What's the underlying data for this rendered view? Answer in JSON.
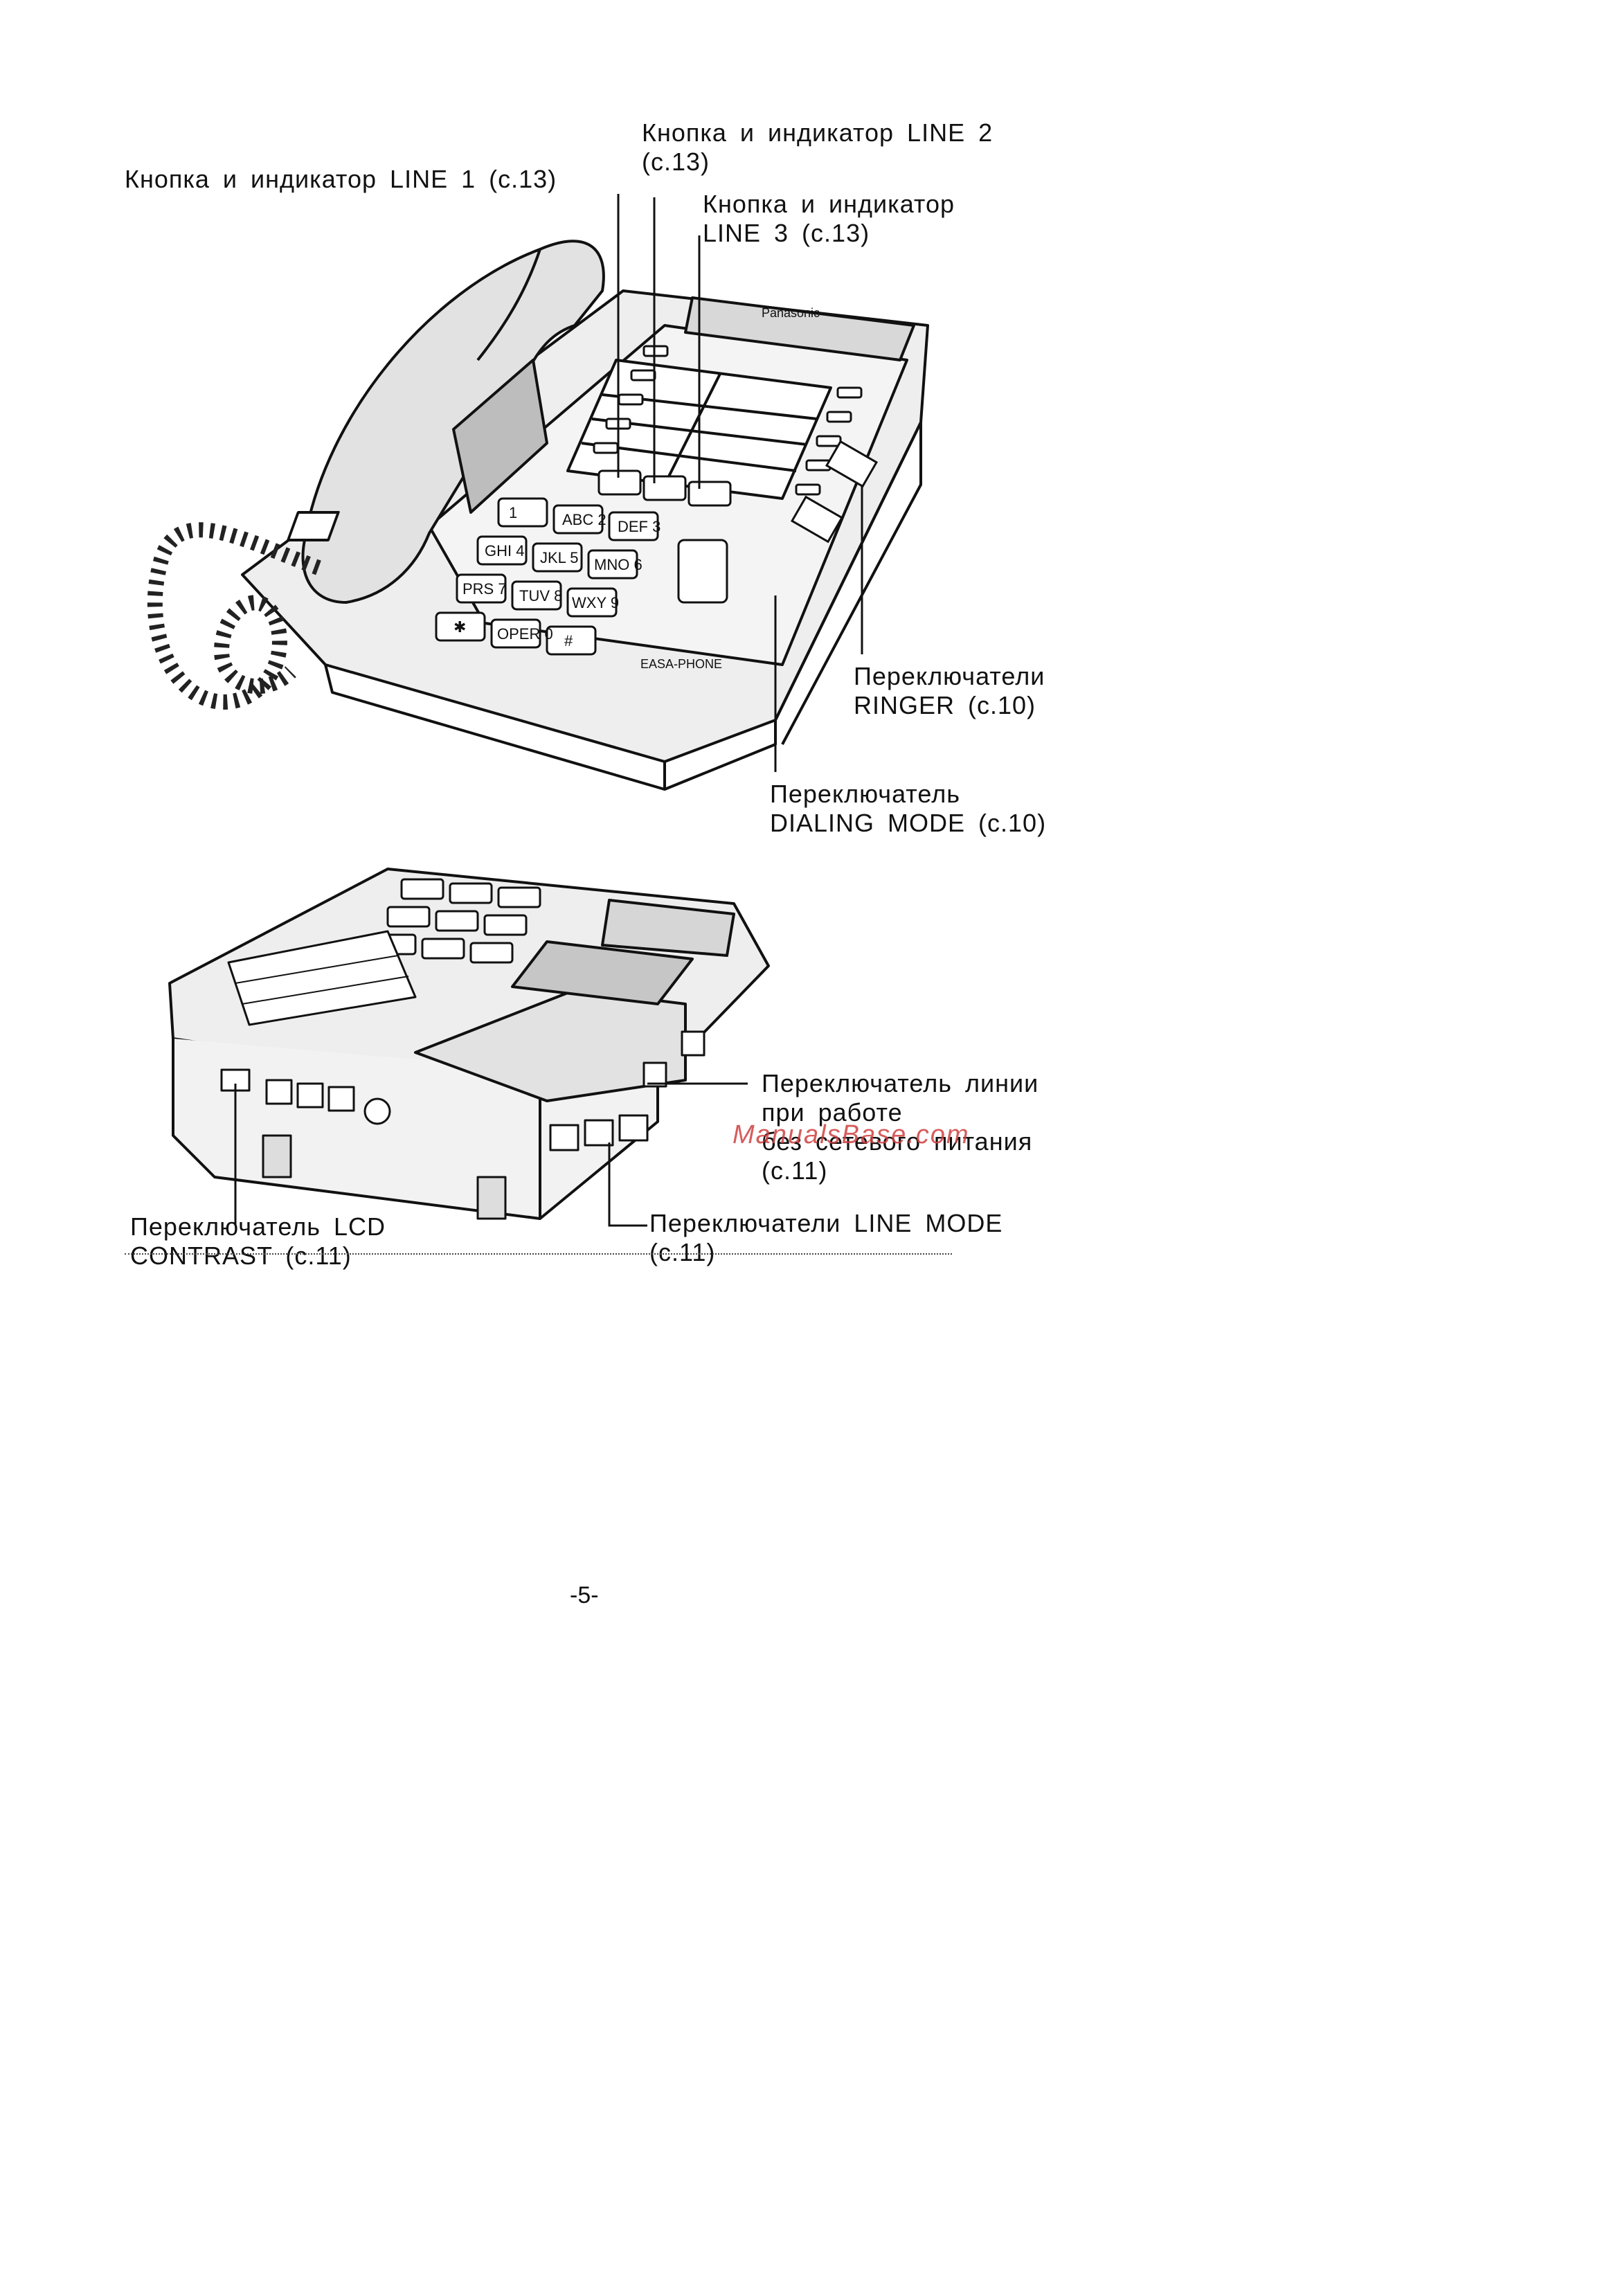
{
  "labels": {
    "line1": "Кнопка и индикатор LINE 1 (с.13)",
    "line2_a": "Кнопка и индикатор LINE 2",
    "line2_b": "(с.13)",
    "line3_a": "Кнопка и индикатор",
    "line3_b": "LINE 3 (с.13)",
    "ringer_a": "Переключатели",
    "ringer_b": "RINGER (с.10)",
    "dialing_a": "Переключатель",
    "dialing_b": "DIALING MODE (с.10)",
    "powerfail_a": "Переключатель линии",
    "powerfail_b": "при работе",
    "powerfail_c": "без сетевого питания",
    "powerfail_d": "(с.11)",
    "lcd_a": "Переключатель LCD",
    "lcd_b": "CONTRAST (с.11)",
    "linemode_a": "Переключатели LINE MODE",
    "linemode_b": "(с.11)"
  },
  "watermark": "ManualsBase.com",
  "page_number": "-5-",
  "figure": {
    "top_brand": "Panasonic",
    "top_model": "EASA-PHONE",
    "keypad": [
      "1",
      "ABC 2",
      "DEF 3",
      "GHI 4",
      "JKL 5",
      "MNO 6",
      "PRS 7",
      "TUV 8",
      "WXY 9",
      "✱",
      "OPER 0",
      "#"
    ]
  }
}
